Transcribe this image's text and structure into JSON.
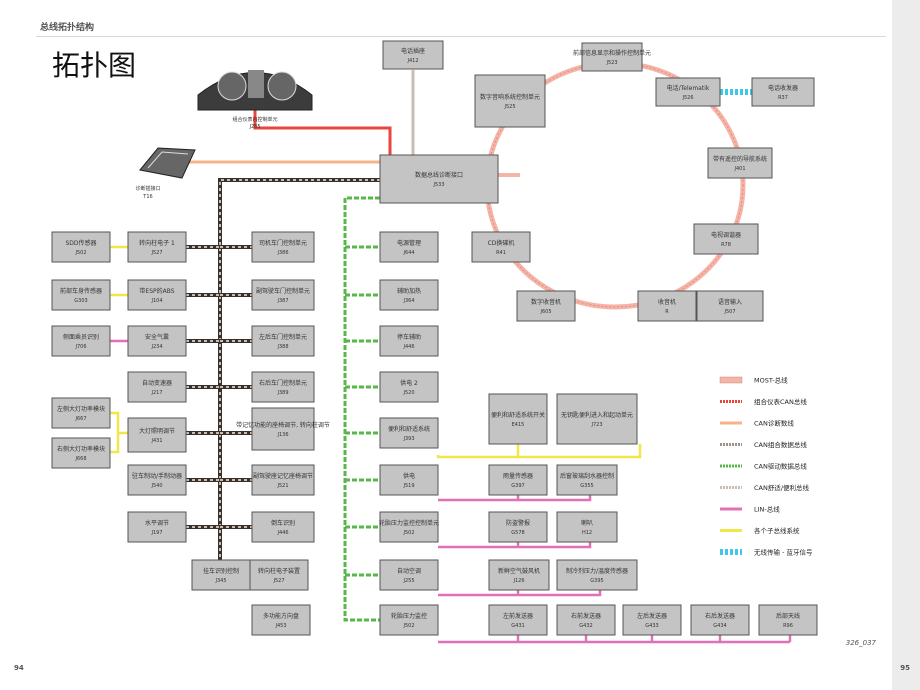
{
  "page_header": "总线拓扑结构",
  "heading": "拓扑图",
  "figure_label": "326_037",
  "page_left": "94",
  "page_right": "95",
  "colors": {
    "most": "#f4b4a8",
    "dash_can": "#e8453c",
    "can_diag": "#f7b48a",
    "can_info": "#9e928a",
    "can_drive": "#55b848",
    "can_comfort": "#c8beb6",
    "lin": "#e070b8",
    "sub": "#f3e64a",
    "wireless": "#3fc6e8",
    "box_fill": "#c4c4c4"
  },
  "legend": [
    {
      "label": "MOST-总线",
      "style": "most"
    },
    {
      "label": "组合仪表CAN总线",
      "style": "dash_can"
    },
    {
      "label": "CAN诊断数线",
      "style": "can_diag"
    },
    {
      "label": "CAN组合数据总线",
      "style": "can_info"
    },
    {
      "label": "CAN驱动数据总线",
      "style": "can_drive"
    },
    {
      "label": "CAN舒适/便利总线",
      "style": "can_comfort"
    },
    {
      "label": "LIN-总线",
      "style": "lin"
    },
    {
      "label": "各个子总线系统",
      "style": "sub"
    },
    {
      "label": "无线传输 - 蓝牙信号",
      "style": "wireless"
    }
  ],
  "nodes": {
    "gateway": {
      "name": "数据总线诊断接口",
      "code": "J533"
    },
    "cluster": {
      "name": "组合仪表内控制单元",
      "code": "J285"
    },
    "diag_port": {
      "name": "诊断插接口",
      "code": "T16"
    },
    "top_box": {
      "name": "电话插座",
      "code": "J412"
    },
    "most_0": {
      "name": "数字音响系统控制单元",
      "code": "J525"
    },
    "most_1": {
      "name": "前部信息显示和操作控制单元",
      "code": "J523"
    },
    "most_2": {
      "name": "电话/Telematik",
      "code": "J526"
    },
    "most_2b": {
      "name": "电话收发器",
      "code": "R37"
    },
    "most_3": {
      "name": "带有遥控的导航系统",
      "code": "J401"
    },
    "most_4": {
      "name": "电视调谐器",
      "code": "R78"
    },
    "most_5": {
      "name": "语音输入",
      "code": "J507"
    },
    "most_6": {
      "name": "收音机",
      "code": "R"
    },
    "most_7": {
      "name": "数字收音机",
      "code": "J605"
    },
    "most_8": {
      "name": "CD换碟机",
      "code": "R41"
    },
    "L_0": {
      "name": "SDD传感器",
      "code": "J502"
    },
    "L_0b": {
      "name": "转向柱电子 1",
      "code": "J527"
    },
    "L_1": {
      "name": "前部车身传感器",
      "code": "G303"
    },
    "L_1b": {
      "name": "带ESP的ABS",
      "code": "J104"
    },
    "L_2": {
      "name": "侧面乘员识别",
      "code": "J706"
    },
    "L_2b": {
      "name": "安全气囊",
      "code": "J234"
    },
    "L_3": {
      "name": "自动变速器",
      "code": "J217"
    },
    "L_4a": {
      "name": "左侧大灯功率模块",
      "code": "J667"
    },
    "L_4b": {
      "name": "右侧大灯功率模块",
      "code": "J668"
    },
    "L_4": {
      "name": "大灯照明调节",
      "code": "J431"
    },
    "L_5": {
      "name": "驻车制动/手制动器",
      "code": "J540"
    },
    "L_6": {
      "name": "水平调节",
      "code": "J197"
    },
    "L_7": {
      "name": "挂车识别控制",
      "code": "J345"
    },
    "L_7b": {
      "name": "转向柱电子装置",
      "code": "J527"
    },
    "L_8": {
      "name": "多功能方向盘",
      "code": "J453"
    },
    "M_0": {
      "name": "司机车门控制单元",
      "code": "J386"
    },
    "M_1": {
      "name": "副驾驶车门控制单元",
      "code": "J387"
    },
    "M_2": {
      "name": "左后车门控制单元",
      "code": "J388"
    },
    "M_3": {
      "name": "右后车门控制单元",
      "code": "J389"
    },
    "M_4": {
      "name": "带记忆功能的座椅调节, 转向柱调节",
      "code": "J136"
    },
    "M_5": {
      "name": "副驾驶座记忆座椅调节",
      "code": "J521"
    },
    "M_6": {
      "name": "倒车识别",
      "code": "J446"
    },
    "R_0": {
      "name": "电源管理",
      "code": "J644"
    },
    "R_1": {
      "name": "辅助加热",
      "code": "J364"
    },
    "R_2": {
      "name": "停车辅助",
      "code": "J446"
    },
    "R_3": {
      "name": "供电 2",
      "code": "J520"
    },
    "R_4": {
      "name": "便利和舒适系统",
      "code": "J393"
    },
    "R_4b": {
      "name": "便利和舒适系统开关",
      "code": "E415"
    },
    "R_4c": {
      "name": "无钥匙便利进入和起动单元",
      "code": "J723"
    },
    "R_5": {
      "name": "供电",
      "code": "J519"
    },
    "R_5b": {
      "name": "雨量传感器",
      "code": "G397"
    },
    "R_5c": {
      "name": "后窗玻璃刮水器控制",
      "code": "G355"
    },
    "R_6": {
      "name": "轮胎压力监控控制单元",
      "code": "J502"
    },
    "R_6b": {
      "name": "防盗警报",
      "code": "G578"
    },
    "R_6c": {
      "name": "喇叭",
      "code": "H12"
    },
    "R_7": {
      "name": "自动空调",
      "code": "J255"
    },
    "R_7b": {
      "name": "新鲜空气鼓风机",
      "code": "J126"
    },
    "R_7c": {
      "name": "制冷剂压力/温度传感器",
      "code": "G395"
    },
    "R_8": {
      "name": "轮胎压力监控",
      "code": "J502"
    },
    "R_8b": {
      "name": "左前发送器",
      "code": "G431"
    },
    "R_8c": {
      "name": "右前发送器",
      "code": "G432"
    },
    "R_8d": {
      "name": "左后发送器",
      "code": "G433"
    },
    "R_8e": {
      "name": "右后发送器",
      "code": "G434"
    },
    "R_8f": {
      "name": "后部天线",
      "code": "R96"
    }
  }
}
